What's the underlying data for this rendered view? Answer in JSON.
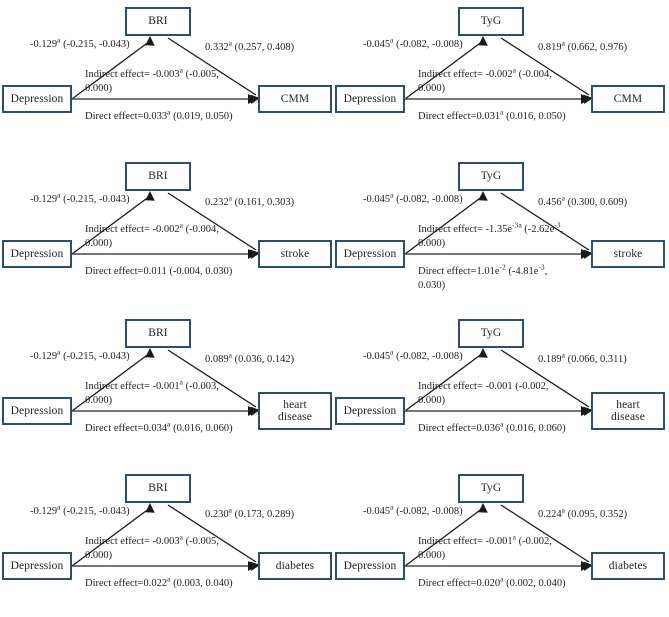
{
  "figure": {
    "type": "mediation-path-diagram-grid",
    "rows": 4,
    "columns": 2,
    "colors": {
      "box_border": "#2d4d73",
      "box_fill": "#ffffff",
      "arrow": "#1a1a1a",
      "direct_path_arrow": "#4a4a4a",
      "text": "#231f20"
    }
  },
  "chart_data": {
    "type": "diagram",
    "title": "",
    "panels": [
      {
        "id": "bri-cmm",
        "row": 1,
        "column": 1,
        "exposure": "Depression",
        "mediator": "BRI",
        "outcome": "CMM",
        "a_path": "-0.129ᵃ (-0.215, -0.043)",
        "b_path": "0.332ᵃ (0.257, 0.408)",
        "indirect": "Indirect effect= -0.003ᵃ (-0.005, 0.000)",
        "direct": "Direct effect=0.033ᵃ (0.019, 0.050)"
      },
      {
        "id": "tyg-cmm",
        "row": 1,
        "column": 2,
        "exposure": "Depression",
        "mediator": "TyG",
        "outcome": "CMM",
        "a_path": "-0.045ᵃ (-0.082, -0.008)",
        "b_path": "0.819ᵃ (0.662, 0.976)",
        "indirect": "Indirect effect= -0.002ᵃ (-0.004, 0.000)",
        "direct": "Direct effect=0.031ᵃ (0.016, 0.050)"
      },
      {
        "id": "bri-stroke",
        "row": 2,
        "column": 1,
        "exposure": "Depression",
        "mediator": "BRI",
        "outcome": "stroke",
        "a_path": "-0.129ᵃ (-0.215, -0.043)",
        "b_path": "0.232ᵃ (0.161, 0.303)",
        "indirect": "Indirect effect= -0.002ᵃ (-0.004, 0.000)",
        "direct": "Direct effect=0.011 (-0.004, 0.030)"
      },
      {
        "id": "tyg-stroke",
        "row": 2,
        "column": 2,
        "exposure": "Depression",
        "mediator": "TyG",
        "outcome": "stroke",
        "a_path": "-0.045ᵃ (-0.082, -0.008)",
        "b_path": "0.456ᵃ (0.300, 0.609)",
        "indirect": "Indirect effect= -1.35e⁻³ᵃ (-2.62e⁻³, 0.000)",
        "direct": "Direct effect=1.01e⁻² (-4.81e⁻³, 0.030)"
      },
      {
        "id": "bri-heart-disease",
        "row": 3,
        "column": 1,
        "exposure": "Depression",
        "mediator": "BRI",
        "outcome": "heart disease",
        "a_path": "-0.129ᵃ (-0.215, -0.043)",
        "b_path": "0.089ᵃ (0.036, 0.142)",
        "indirect": "Indirect effect= -0.001ᵃ (-0.003, 0.000)",
        "direct": "Direct effect=0.034ᵃ (0.016, 0.060)"
      },
      {
        "id": "tyg-heart-disease",
        "row": 3,
        "column": 2,
        "exposure": "Depression",
        "mediator": "TyG",
        "outcome": "heart disease",
        "a_path": "-0.045ᵃ (-0.082, -0.008)",
        "b_path": "0.189ᵃ (0.066, 0.311)",
        "indirect": "Indirect effect= -0.001 (-0.002, 0.000)",
        "direct": "Direct effect=0.036ᵃ (0.016, 0.060)"
      },
      {
        "id": "bri-diabetes",
        "row": 4,
        "column": 1,
        "exposure": "Depression",
        "mediator": "BRI",
        "outcome": "diabetes",
        "a_path": "-0.129ᵃ (-0.215, -0.043)",
        "b_path": "0.230ᵃ (0.173, 0.289)",
        "indirect": "Indirect effect= -0.003ᵃ (-0.005, 0.000)",
        "direct": "Direct effect=0.022ᵃ (0.003, 0.040)"
      },
      {
        "id": "tyg-diabetes",
        "row": 4,
        "column": 2,
        "exposure": "Depression",
        "mediator": "TyG",
        "outcome": "diabetes",
        "a_path": "-0.045ᵃ (-0.082, -0.008)",
        "b_path": "0.224ᵃ (0.095, 0.352)",
        "indirect": "Indirect effect= -0.001ᵃ (-0.002, 0.000)",
        "direct": "Direct effect=0.020ᵃ (0.002, 0.040)"
      }
    ]
  }
}
